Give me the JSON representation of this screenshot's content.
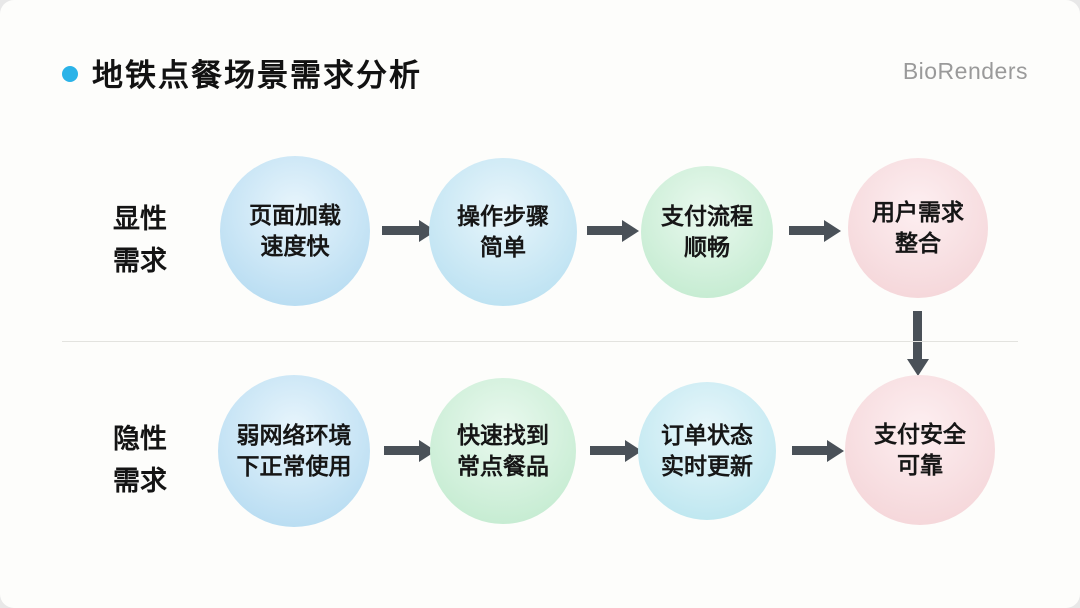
{
  "page": {
    "title": "地铁点餐场景需求分析",
    "watermark": "BioRenders",
    "accent_color": "#2bb3e8",
    "arrow_color": "#4a5158",
    "background": "#fdfdfb"
  },
  "rows": [
    {
      "label_line1": "显性",
      "label_line2": "需求",
      "items": [
        {
          "line1": "页面加载",
          "line2": "速度快",
          "base": "#b9ddf2",
          "light": "#e8f5fc"
        },
        {
          "line1": "操作步骤",
          "line2": "简单",
          "base": "#bde2f2",
          "light": "#e9f6fb"
        },
        {
          "line1": "支付流程",
          "line2": "顺畅",
          "base": "#c6ecd2",
          "light": "#eaf9ef"
        },
        {
          "line1": "用户需求",
          "line2": "整合",
          "base": "#f5d7da",
          "light": "#fdeff1"
        }
      ]
    },
    {
      "label_line1": "隐性",
      "label_line2": "需求",
      "items": [
        {
          "line1": "弱网络环境",
          "line2": "下正常使用",
          "base": "#b9ddf2",
          "light": "#e8f5fc"
        },
        {
          "line1": "快速找到",
          "line2": "常点餐品",
          "base": "#c6ecd2",
          "light": "#eaf9ef"
        },
        {
          "line1": "订单状态",
          "line2": "实时更新",
          "base": "#bfe7f0",
          "light": "#e9f7fb"
        },
        {
          "line1": "支付安全",
          "line2": "可靠",
          "base": "#f5d7da",
          "light": "#fdeff1"
        }
      ]
    }
  ]
}
